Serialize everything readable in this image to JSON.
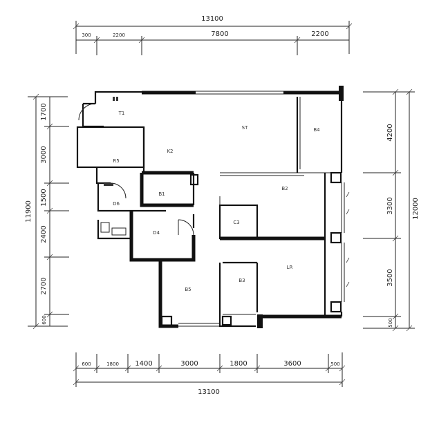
{
  "top_dims": {
    "total": "13100",
    "segments": [
      "300",
      "2200",
      "7800",
      "2200"
    ]
  },
  "bottom_dims": {
    "total": "13100",
    "segments": [
      "600",
      "1800",
      "1400",
      "3000",
      "1800",
      "3600",
      "500"
    ]
  },
  "left_dims": {
    "total": "11900",
    "segments": [
      "1700",
      "3000",
      "1500",
      "2400",
      "2700",
      "600"
    ]
  },
  "right_dims": {
    "total": "12000",
    "segments": [
      "4200",
      "3300",
      "3500",
      "500"
    ]
  },
  "rooms": [
    "T1",
    "K2",
    "ST",
    "B4",
    "R5",
    "D6",
    "B1",
    "B2",
    "C3",
    "D4",
    "B5",
    "B3",
    "LR"
  ]
}
